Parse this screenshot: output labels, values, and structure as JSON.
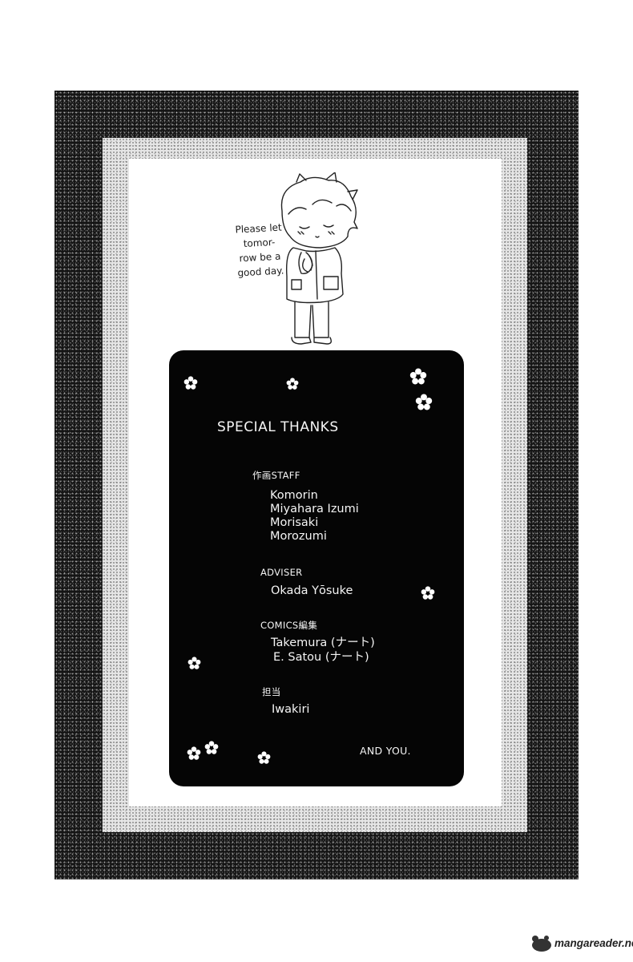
{
  "speech_bubble": {
    "lines": [
      "Please let",
      "tomor-",
      "row be a",
      "good day."
    ]
  },
  "credits": {
    "title": "SPECIAL THANKS",
    "sections": [
      {
        "heading": "作画STAFF",
        "names": [
          "Komorin",
          "Miyahara Izumi",
          "Morisaki",
          "Morozumi"
        ]
      },
      {
        "heading": "ADVISER",
        "names": [
          "Okada Yōsuke"
        ]
      },
      {
        "heading": "COMICS編集",
        "names": [
          "Takemura (ナート)",
          "E. Satou (ナート)"
        ]
      },
      {
        "heading": "担当",
        "names": [
          "Iwakiri"
        ]
      }
    ],
    "closing": "AND YOU."
  },
  "watermark": {
    "text": "mangareader.net"
  }
}
